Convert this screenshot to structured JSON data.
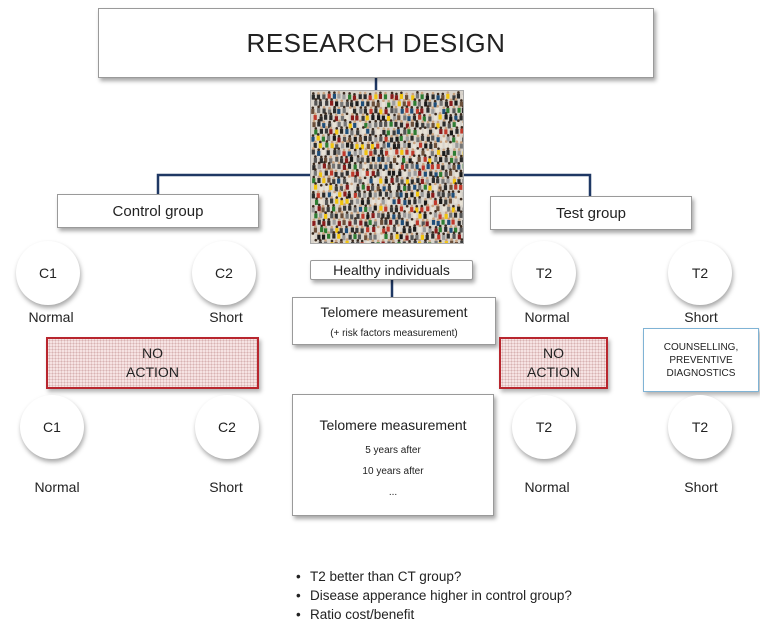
{
  "title": "RESEARCH DESIGN",
  "control_group": "Control group",
  "test_group": "Test group",
  "healthy": "Healthy individuals",
  "telomere1": {
    "line1": "Telomere measurement",
    "line2": "(+ risk factors measurement)"
  },
  "telomere2": {
    "line1": "Telomere measurement",
    "line2": "5 years after",
    "line3": "10 years after",
    "line4": "..."
  },
  "noaction_left": [
    "NO",
    "ACTION"
  ],
  "noaction_right": [
    "NO",
    "ACTION"
  ],
  "counselling": [
    "COUNSELLING,",
    "PREVENTIVE",
    "DIAGNOSTICS"
  ],
  "circles_top": [
    {
      "id": "C1",
      "label": "Normal"
    },
    {
      "id": "C2",
      "label": "Short"
    },
    {
      "id": "T2",
      "label": "Normal"
    },
    {
      "id": "T2",
      "label": "Short"
    }
  ],
  "circles_bottom": [
    {
      "id": "C1",
      "label": "Normal"
    },
    {
      "id": "C2",
      "label": "Short"
    },
    {
      "id": "T2",
      "label": "Normal"
    },
    {
      "id": "T2",
      "label": "Short"
    }
  ],
  "bullets": [
    "T2 better than CT group?",
    "Disease apperance higher in control group?",
    "Ratio cost/benefit"
  ],
  "colors": {
    "connector": "#1f3864",
    "noaction_border": "#b8262e",
    "counselling_border": "#7fb3d5"
  }
}
